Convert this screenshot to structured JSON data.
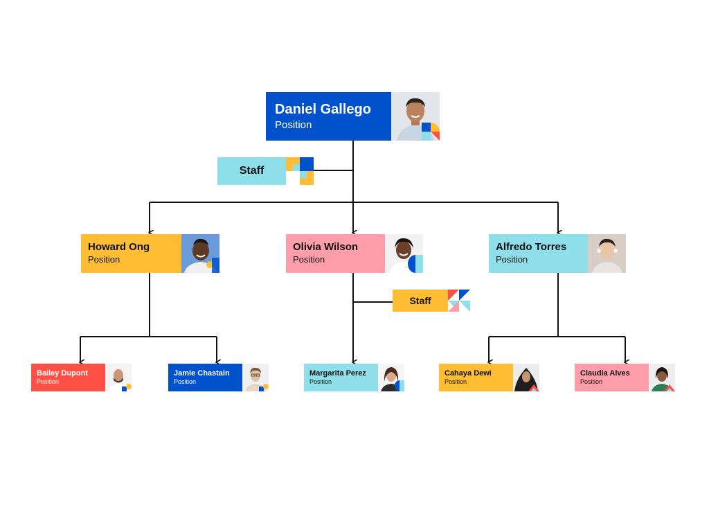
{
  "org_chart": {
    "root": {
      "name": "Daniel Gallego",
      "position": "Position"
    },
    "root_staff": {
      "label": "Staff"
    },
    "managers": [
      {
        "name": "Howard Ong",
        "position": "Position",
        "color": "#ffbd33"
      },
      {
        "name": "Olivia Wilson",
        "position": "Position",
        "color": "#ff9eaa"
      },
      {
        "name": "Alfredo Torres",
        "position": "Position",
        "color": "#8fdfea"
      }
    ],
    "olivia_staff": {
      "label": "Staff"
    },
    "reports": [
      {
        "name": "Bailey Dupont",
        "position": "Position",
        "color": "#ff5046",
        "manager": "Howard Ong"
      },
      {
        "name": "Jamie Chastain",
        "position": "Position",
        "color": "#0052cc",
        "manager": "Howard Ong"
      },
      {
        "name": "Margarita Perez",
        "position": "Position",
        "color": "#8fdfea",
        "manager": "Olivia Wilson"
      },
      {
        "name": "Cahaya Dewi",
        "position": "Position",
        "color": "#ffbd33",
        "manager": "Alfredo Torres"
      },
      {
        "name": "Claudia Alves",
        "position": "Position",
        "color": "#ff9eaa",
        "manager": "Alfredo Torres"
      }
    ]
  },
  "colors": {
    "blue": "#0052cc",
    "yellow": "#ffbd33",
    "pink": "#ff9eaa",
    "cyan": "#8fdfea",
    "red": "#ff5046",
    "connector": "#111111"
  },
  "icons": [
    "person-photo",
    "geometric-accent-icon",
    "arrow-down-icon"
  ]
}
